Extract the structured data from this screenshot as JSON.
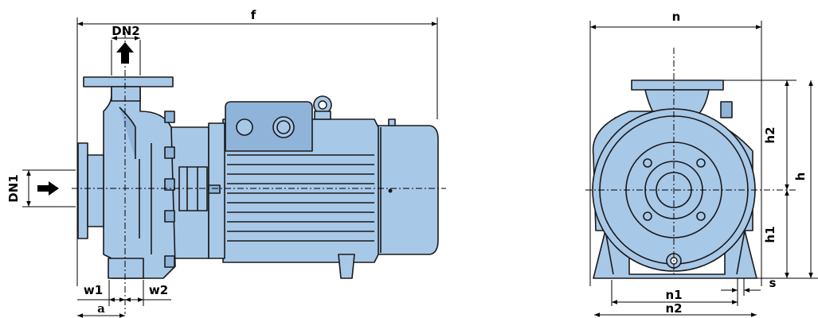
{
  "side_view": {
    "labels": {
      "f": "f",
      "dn2": "DN2",
      "dn1": "DN1",
      "w1": "w1",
      "w2": "w2",
      "a": "a"
    }
  },
  "front_view": {
    "labels": {
      "n": "n",
      "n1": "n1",
      "n2": "n2",
      "h": "h",
      "h1": "h1",
      "h2": "h2",
      "s": "s"
    }
  },
  "colors": {
    "pump_body": "#a8c8e8",
    "outline": "#1a1a1a",
    "dimension_lines": "#000000"
  }
}
